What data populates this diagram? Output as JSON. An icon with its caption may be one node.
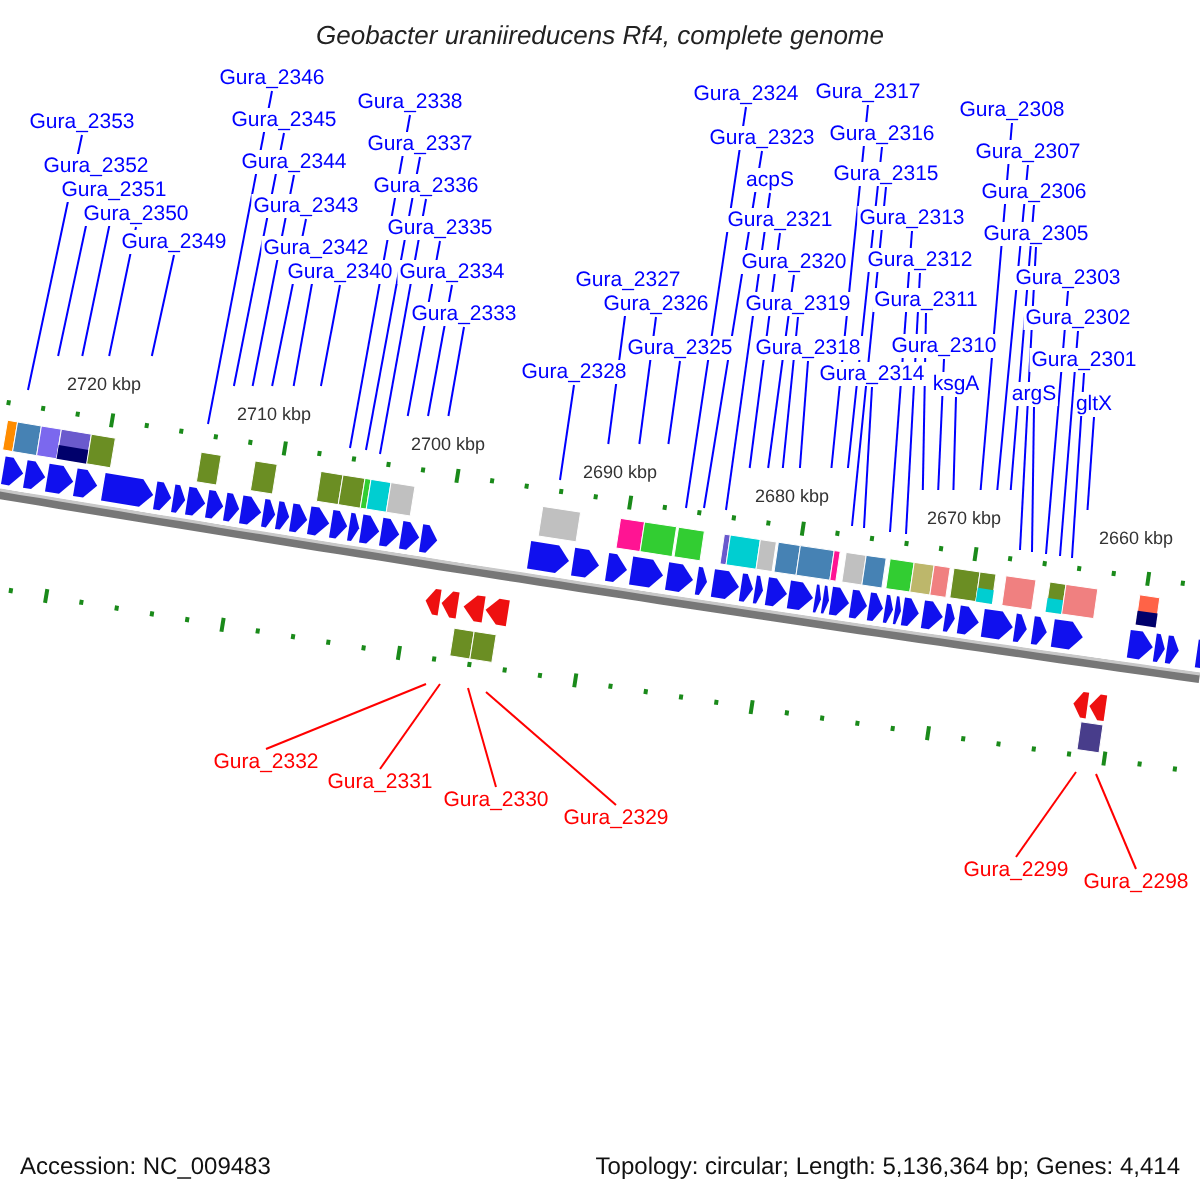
{
  "diagram": {
    "title": "Geobacter uraniireducens Rf4, complete genome",
    "nodes": [
      {
        "text": [
          "Gura_2353"
        ]
      },
      {
        "text": [
          "Gura_2352"
        ]
      },
      {
        "text": [
          "Gura_2351"
        ]
      },
      {
        "text": [
          "Gura_2350"
        ]
      },
      {
        "text": [
          "Gura_2349"
        ]
      },
      {
        "text": [
          "Gura_2346"
        ]
      },
      {
        "text": [
          "Gura_2345"
        ]
      },
      {
        "text": [
          "Gura_2344"
        ]
      },
      {
        "text": [
          "Gura_2343"
        ]
      },
      {
        "text": [
          "Gura_2342"
        ]
      },
      {
        "text": [
          "Gura_2340"
        ]
      },
      {
        "text": [
          "Gura_2338"
        ]
      },
      {
        "text": [
          "Gura_2337"
        ]
      },
      {
        "text": [
          "Gura_2336"
        ]
      },
      {
        "text": [
          "Gura_2335"
        ]
      },
      {
        "text": [
          "Gura_2334"
        ]
      },
      {
        "text": [
          "Gura_2333"
        ]
      },
      {
        "text": [
          "Gura_2328"
        ]
      },
      {
        "text": [
          "Gura_2327"
        ]
      },
      {
        "text": [
          "Gura_2326"
        ]
      },
      {
        "text": [
          "Gura_2325"
        ]
      },
      {
        "text": [
          "Gura_2324"
        ]
      },
      {
        "text": [
          "Gura_2323"
        ]
      },
      {
        "text": [
          "acpS"
        ]
      },
      {
        "text": [
          "Gura_2321"
        ]
      },
      {
        "text": [
          "Gura_2320"
        ]
      },
      {
        "text": [
          "Gura_2319"
        ]
      },
      {
        "text": [
          "Gura_2318"
        ]
      },
      {
        "text": [
          "Gura_2317"
        ]
      },
      {
        "text": [
          "Gura_2316"
        ]
      },
      {
        "text": [
          "Gura_2315"
        ]
      },
      {
        "text": [
          "Gura_2314"
        ]
      },
      {
        "text": [
          "Gura_2313"
        ]
      },
      {
        "text": [
          "Gura_2312"
        ]
      },
      {
        "text": [
          "Gura_2311"
        ]
      },
      {
        "text": [
          "Gura_2310"
        ]
      },
      {
        "text": [
          "ksgA"
        ]
      },
      {
        "text": [
          "Gura_2308"
        ]
      },
      {
        "text": [
          "Gura_2307"
        ]
      },
      {
        "text": [
          "Gura_2306"
        ]
      },
      {
        "text": [
          "Gura_2305"
        ]
      },
      {
        "text": [
          "argS"
        ]
      },
      {
        "text": [
          "Gura_2303"
        ]
      },
      {
        "text": [
          "Gura_2302"
        ]
      },
      {
        "text": [
          "Gura_2301"
        ]
      },
      {
        "text": [
          "gltX"
        ]
      },
      {
        "text": [
          "Gura_2332"
        ]
      },
      {
        "text": [
          "Gura_2331"
        ]
      },
      {
        "text": [
          "Gura_2330"
        ]
      },
      {
        "text": [
          "Gura_2329"
        ]
      },
      {
        "text": [
          "Gura_2299"
        ]
      },
      {
        "text": [
          "Gura_2298"
        ]
      }
    ],
    "edges": [
      {
        "from": 0,
        "to": null,
        "arrow": "none"
      },
      {
        "from": 1,
        "to": null,
        "arrow": "none"
      },
      {
        "from": 2,
        "to": null,
        "arrow": "none"
      },
      {
        "from": 3,
        "to": null,
        "arrow": "none"
      },
      {
        "from": 4,
        "to": null,
        "arrow": "none"
      },
      {
        "from": 5,
        "to": null,
        "arrow": "none"
      },
      {
        "from": 6,
        "to": null,
        "arrow": "none"
      },
      {
        "from": 7,
        "to": null,
        "arrow": "none"
      },
      {
        "from": 8,
        "to": null,
        "arrow": "none"
      },
      {
        "from": 9,
        "to": null,
        "arrow": "none"
      },
      {
        "from": 10,
        "to": null,
        "arrow": "none"
      },
      {
        "from": 11,
        "to": null,
        "arrow": "none"
      },
      {
        "from": 12,
        "to": null,
        "arrow": "none"
      },
      {
        "from": 13,
        "to": null,
        "arrow": "none"
      },
      {
        "from": 14,
        "to": null,
        "arrow": "none"
      },
      {
        "from": 15,
        "to": null,
        "arrow": "none"
      },
      {
        "from": 16,
        "to": null,
        "arrow": "none"
      },
      {
        "from": 17,
        "to": null,
        "arrow": "none"
      },
      {
        "from": 18,
        "to": null,
        "arrow": "none"
      },
      {
        "from": 19,
        "to": null,
        "arrow": "none"
      },
      {
        "from": 20,
        "to": null,
        "arrow": "none"
      },
      {
        "from": 21,
        "to": null,
        "arrow": "none"
      },
      {
        "from": 22,
        "to": null,
        "arrow": "none"
      },
      {
        "from": 23,
        "to": null,
        "arrow": "none"
      },
      {
        "from": 24,
        "to": null,
        "arrow": "none"
      },
      {
        "from": 25,
        "to": null,
        "arrow": "none"
      },
      {
        "from": 26,
        "to": null,
        "arrow": "none"
      },
      {
        "from": 27,
        "to": null,
        "arrow": "none"
      },
      {
        "from": 28,
        "to": null,
        "arrow": "none"
      },
      {
        "from": 29,
        "to": null,
        "arrow": "none"
      },
      {
        "from": 30,
        "to": null,
        "arrow": "none"
      },
      {
        "from": 31,
        "to": null,
        "arrow": "none"
      },
      {
        "from": 32,
        "to": null,
        "arrow": "none"
      },
      {
        "from": 33,
        "to": null,
        "arrow": "none"
      },
      {
        "from": 34,
        "to": null,
        "arrow": "none"
      },
      {
        "from": 35,
        "to": null,
        "arrow": "none"
      },
      {
        "from": 36,
        "to": null,
        "arrow": "none"
      },
      {
        "from": 37,
        "to": null,
        "arrow": "none"
      },
      {
        "from": 38,
        "to": null,
        "arrow": "none"
      },
      {
        "from": 39,
        "to": null,
        "arrow": "none"
      },
      {
        "from": 40,
        "to": null,
        "arrow": "none"
      },
      {
        "from": 41,
        "to": null,
        "arrow": "none"
      },
      {
        "from": 42,
        "to": null,
        "arrow": "none"
      },
      {
        "from": 43,
        "to": null,
        "arrow": "none"
      },
      {
        "from": 44,
        "to": null,
        "arrow": "none"
      },
      {
        "from": 45,
        "to": null,
        "arrow": "none"
      },
      {
        "from": 46,
        "to": null,
        "arrow": "none",
        "color": "#ff0000"
      },
      {
        "from": 47,
        "to": null,
        "arrow": "none",
        "color": "#ff0000"
      },
      {
        "from": 48,
        "to": null,
        "arrow": "none",
        "color": "#ff0000"
      },
      {
        "from": 49,
        "to": null,
        "arrow": "none",
        "color": "#ff0000"
      },
      {
        "from": 50,
        "to": null,
        "arrow": "none",
        "color": "#ff0000"
      },
      {
        "from": 51,
        "to": null,
        "arrow": "none",
        "color": "#ff0000"
      }
    ],
    "labels": [
      "2720 kbp",
      "2710 kbp",
      "2700 kbp",
      "2690 kbp",
      "2680 kbp",
      "2670 kbp",
      "2660 kbp",
      "Accession: NC_009483",
      "Topology: circular; Length: 5,136,364 bp; Genes: 4,414"
    ]
  }
}
